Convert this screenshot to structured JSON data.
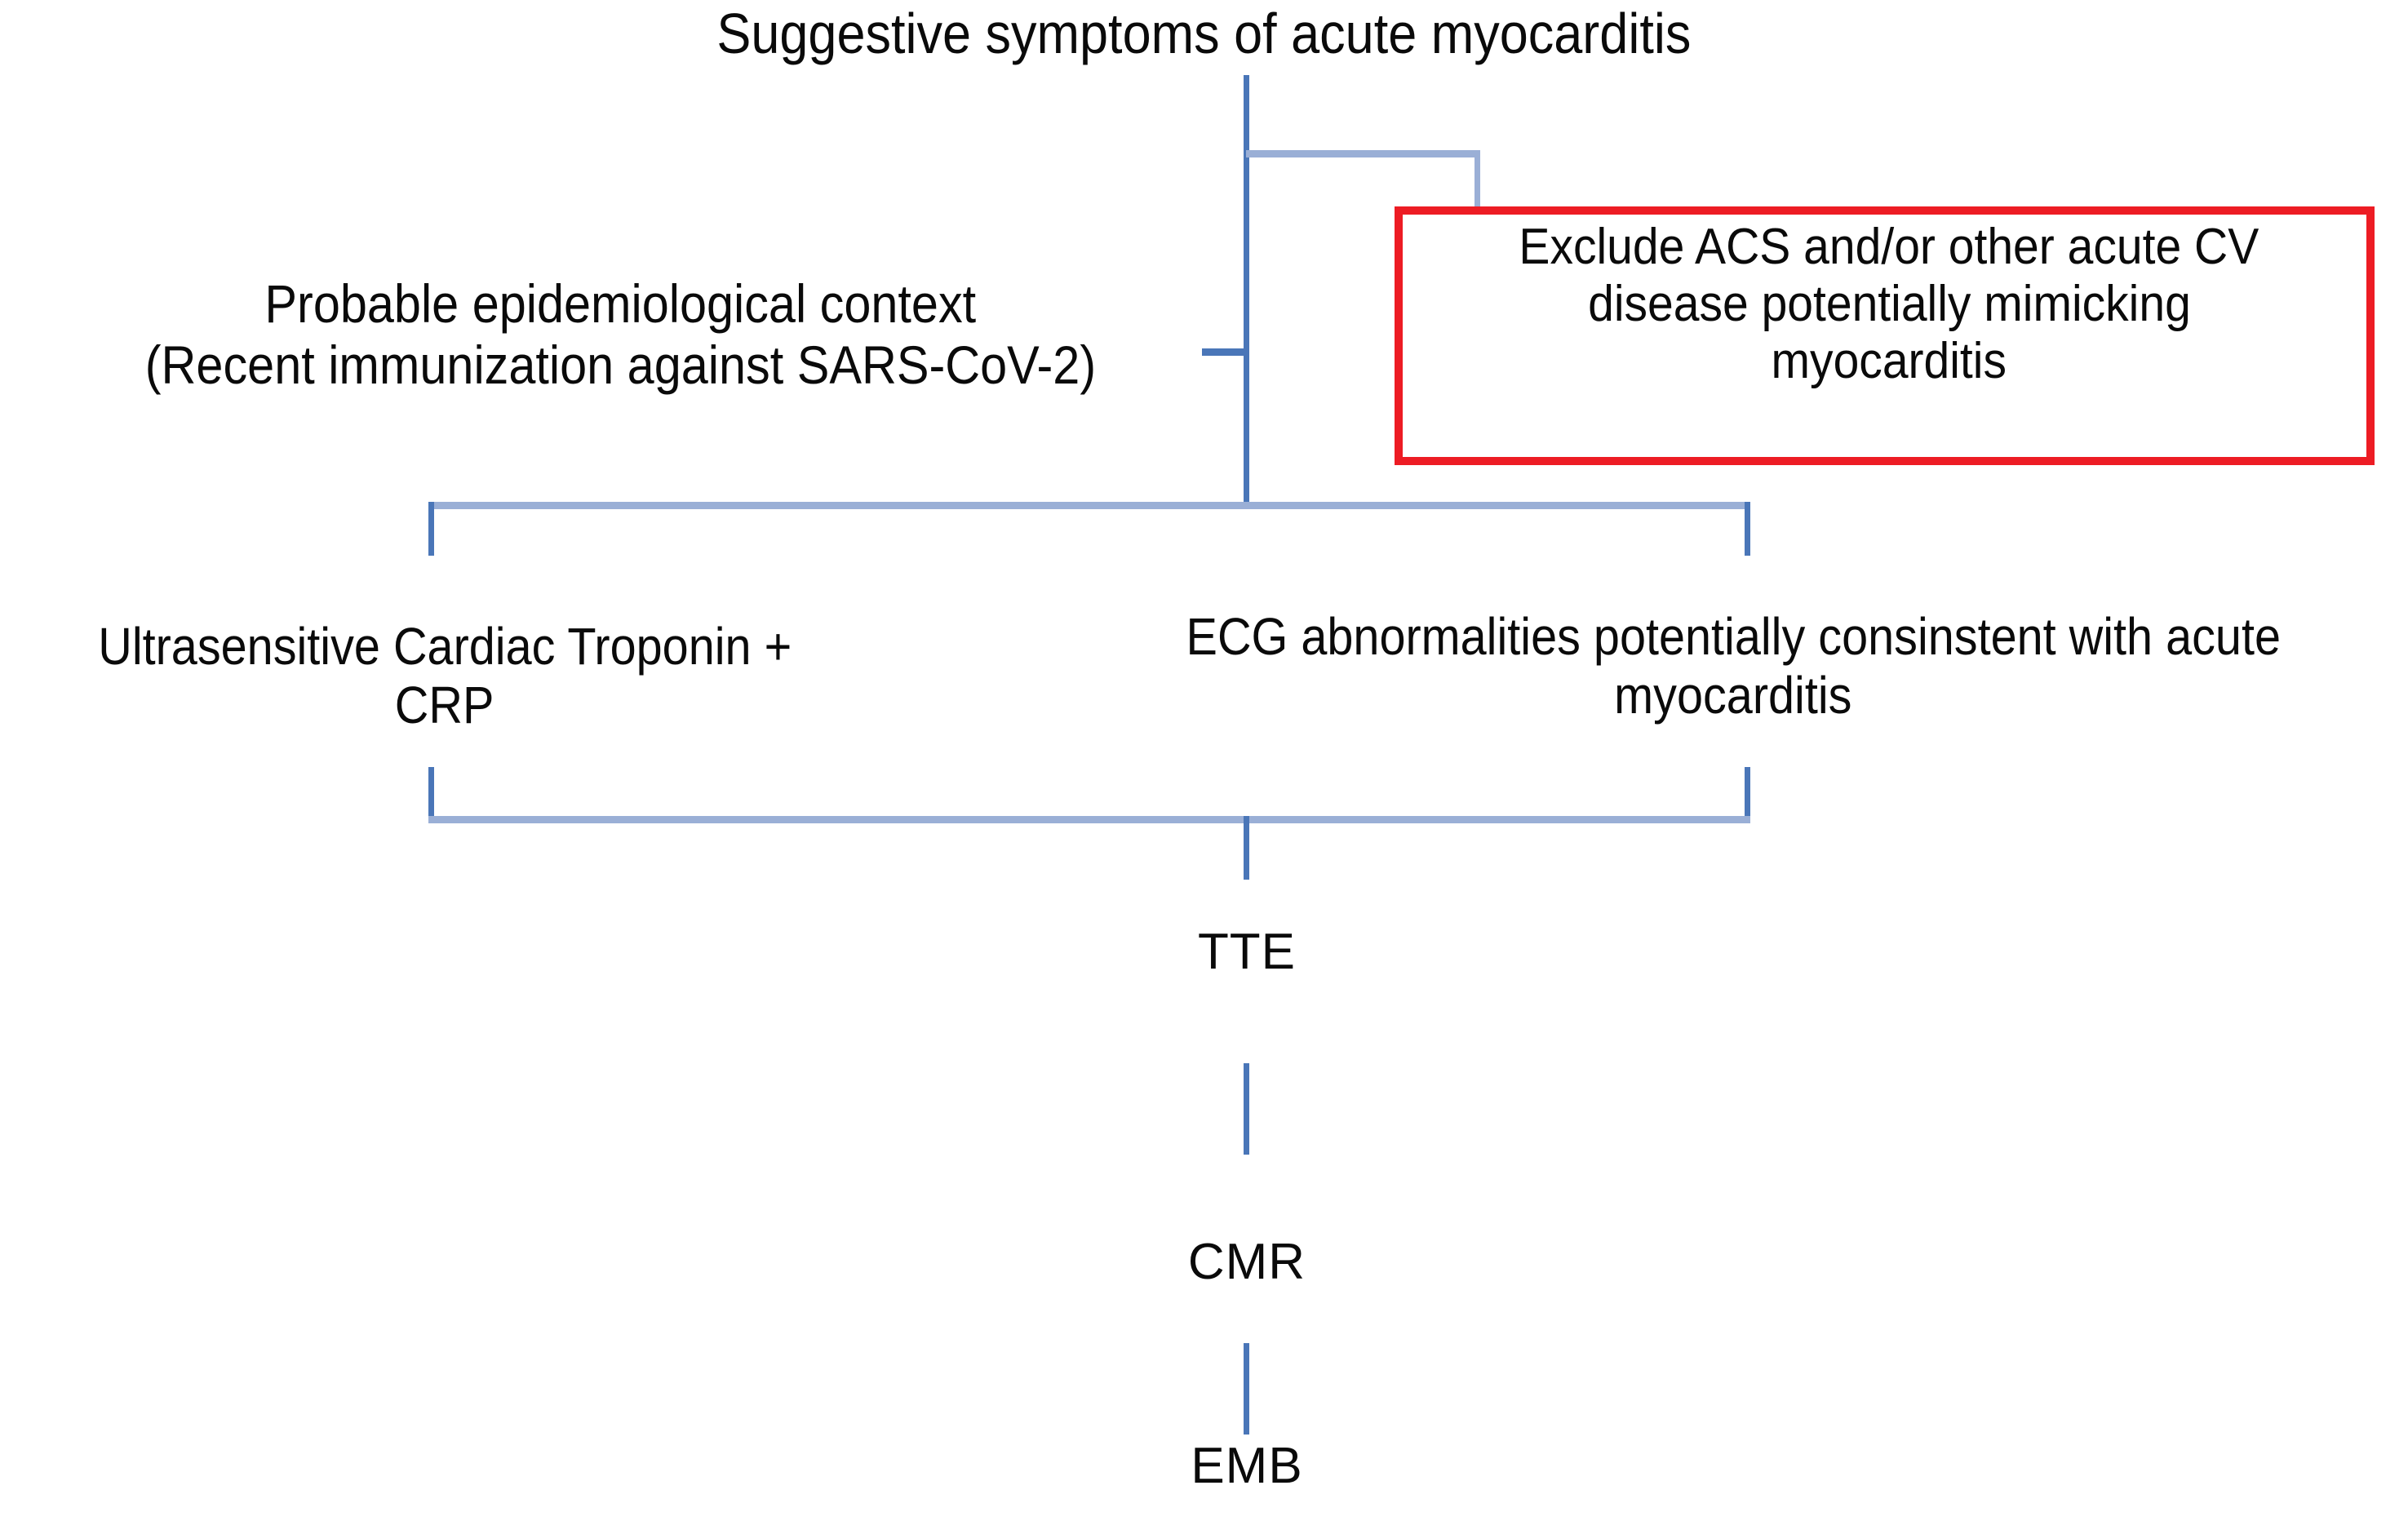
{
  "diagram": {
    "title": "Suggestive symptoms of acute myocarditis",
    "nodes": {
      "root": "Suggestive symptoms of acute myocarditis",
      "epidemiological_context_line1": "Probable epidemiological context",
      "epidemiological_context_line2": "(Recent immunization against SARS-CoV-2)",
      "exclude_box_line1": "Exclude ACS and/or other acute CV",
      "exclude_box_line2": "disease potentially mimicking",
      "exclude_box_line3": "myocarditis",
      "troponin_line1": "Ultrasensitive Cardiac Troponin +",
      "troponin_line2": "CRP",
      "ecg_line1": "ECG abnormalities potentially consinstent with acute",
      "ecg_line2": "myocarditis",
      "tte": "TTE",
      "cmr": "CMR",
      "emb": "EMB"
    },
    "colors": {
      "connector_blue": "#4a76b8",
      "connector_blue_pale": "#9aafd6",
      "alert_red": "#ED1C24",
      "text_black": "#0a0a0a",
      "background": "#ffffff"
    }
  }
}
